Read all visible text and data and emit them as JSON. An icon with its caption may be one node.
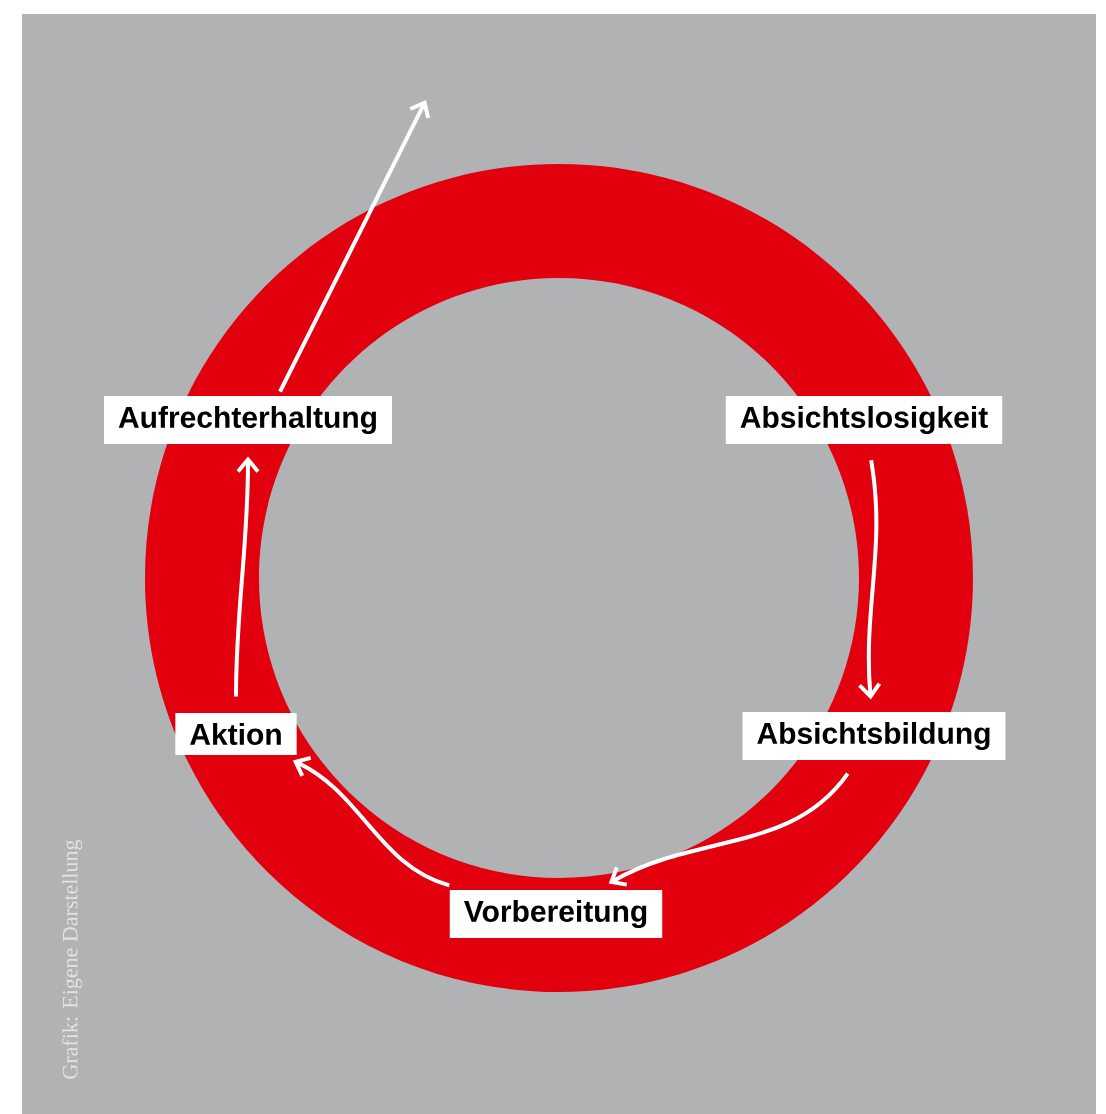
{
  "diagram": {
    "nodes": [
      {
        "text": [
          "Absichtslosigkeit"
        ]
      },
      {
        "text": [
          "Absichtsbildung"
        ]
      },
      {
        "text": [
          "Vorbereitung"
        ]
      },
      {
        "text": [
          "Aktion"
        ]
      },
      {
        "text": [
          "Aufrechterhaltung"
        ]
      }
    ],
    "edges": [
      {
        "from": 0,
        "to": 1,
        "arrow": "to"
      },
      {
        "from": 1,
        "to": 2,
        "arrow": "to"
      },
      {
        "from": 2,
        "to": 3,
        "arrow": "to"
      },
      {
        "from": 3,
        "to": 4,
        "arrow": "to"
      },
      {
        "from": 4,
        "to": null,
        "arrow": "to"
      }
    ],
    "labels": [
      "Grafik:  Eigene Darstellung"
    ]
  }
}
